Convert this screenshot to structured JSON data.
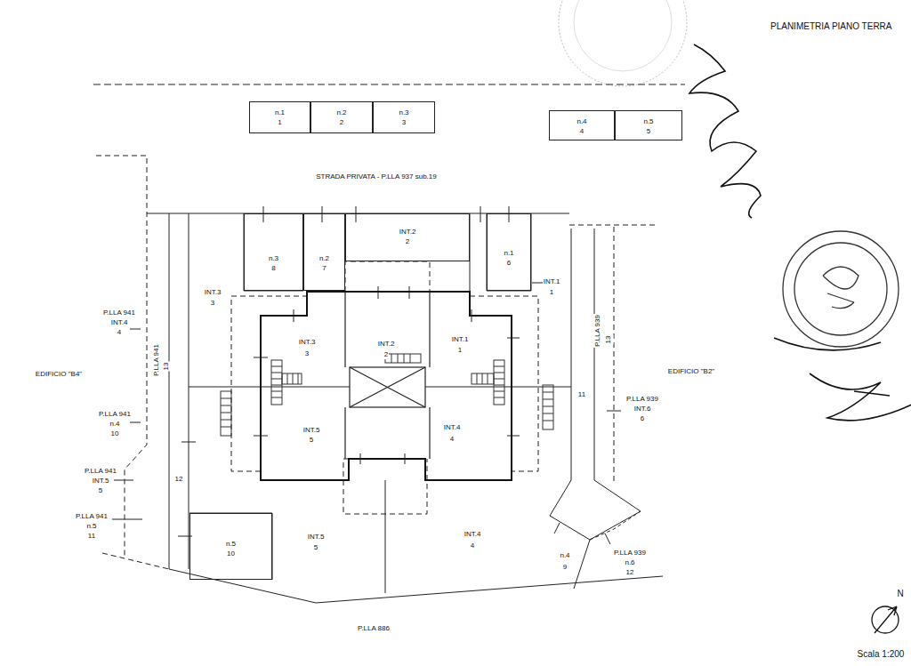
{
  "diagram": {
    "title": "PLANIMETRIA PIANO TERRA",
    "nodes": [
      {
        "text": [
          "n.1",
          "1"
        ]
      },
      {
        "text": [
          "n.2",
          "2"
        ]
      },
      {
        "text": [
          "n.3",
          "3"
        ]
      },
      {
        "text": [
          "n.4",
          "4"
        ]
      },
      {
        "text": [
          "n.5",
          "5"
        ]
      },
      {
        "text": [
          "n.3",
          "8"
        ]
      },
      {
        "text": [
          "n.2",
          "7"
        ]
      },
      {
        "text": [
          "INT.2",
          "2"
        ]
      },
      {
        "text": [
          "n.1",
          "6"
        ]
      },
      {
        "text": [
          "n.5",
          "10"
        ]
      }
    ],
    "labels": [
      "STRADA PRIVATA - P.LLA 937 sub.19",
      "INT.3",
      "3",
      "INT.1",
      "1",
      "INT.2",
      "2",
      "INT.3",
      "3",
      "INT.1",
      "1",
      "INT.5",
      "5",
      "INT.4",
      "4",
      "INT.5",
      "5",
      "INT.4",
      "4",
      "n.4",
      "9",
      "P.LLA 939",
      "n.6",
      "12",
      "P.LLA 941",
      "INT.4",
      "4",
      "EDIFICIO \"B4\"",
      "P.LLA 941",
      "n.4",
      "10",
      "P.LLA 941",
      "INT.5",
      "5",
      "P.LLA 941",
      "n.5",
      "11",
      "12",
      "11",
      "P.LLA 941",
      "13",
      "P.LLA 939",
      "13",
      "EDIFICIO \"B2\"",
      "P.LLA 939",
      "INT.6",
      "6",
      "P.LLA 886",
      "N",
      "Scala 1:200"
    ]
  }
}
